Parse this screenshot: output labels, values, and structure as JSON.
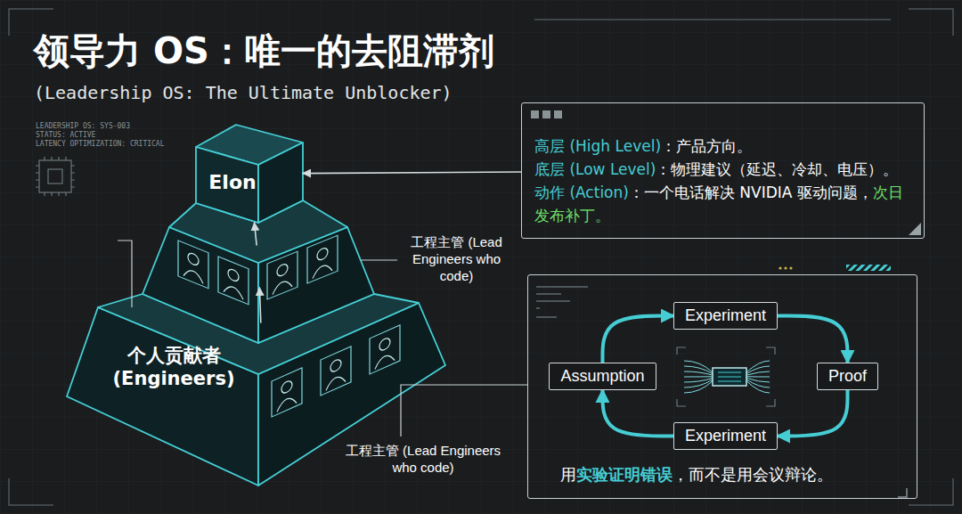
{
  "diagram": {
    "title": "领导力 OS：唯一的去阻滞剂",
    "nodes": [
      {
        "text": [
          "Elon"
        ]
      },
      {
        "text": [
          "工程主管 (Lead Engineers who code)"
        ]
      },
      {
        "text": [
          "个人贡献者 (Engineers)",
          "工程主管 (Lead Engineers who code)"
        ]
      },
      {
        "text": [
          "高层 (High Level)",
          "：产品方向。",
          "底层 (Low Level)",
          "：物理建议（延迟、冷却、电压）。",
          "动作 (Action)",
          "：一个电话解决 NVIDIA 驱动问题，",
          "次日发布补丁。"
        ]
      },
      {
        "text": [
          "用",
          "实验证明错误",
          "，而不是用会议辩论。"
        ]
      },
      {
        "text": [
          "Experiment"
        ],
        "in": 4
      },
      {
        "text": [
          "Proof"
        ],
        "in": 4
      },
      {
        "text": [
          "Experiment"
        ],
        "in": 4
      },
      {
        "text": [
          "Assumption"
        ],
        "in": 4
      }
    ],
    "edges": [
      {
        "from": 2,
        "to": 1,
        "arrow": "to"
      },
      {
        "from": 1,
        "to": 0,
        "arrow": "to"
      },
      {
        "from": 3,
        "to": 0,
        "arrow": "to"
      },
      {
        "from": 5,
        "to": 6,
        "arrow": "to"
      },
      {
        "from": 6,
        "to": 7,
        "arrow": "to"
      },
      {
        "from": 7,
        "to": 8,
        "arrow": "to"
      },
      {
        "from": 8,
        "to": 5,
        "arrow": "to"
      }
    ],
    "labels": [
      "(Leadership OS: The Ultimate Unblocker)",
      "LEADERSHIP OS: SYS-003",
      "STATUS: ACTIVE",
      "LATENCY OPTIMIZATION: CRITICAL"
    ]
  }
}
